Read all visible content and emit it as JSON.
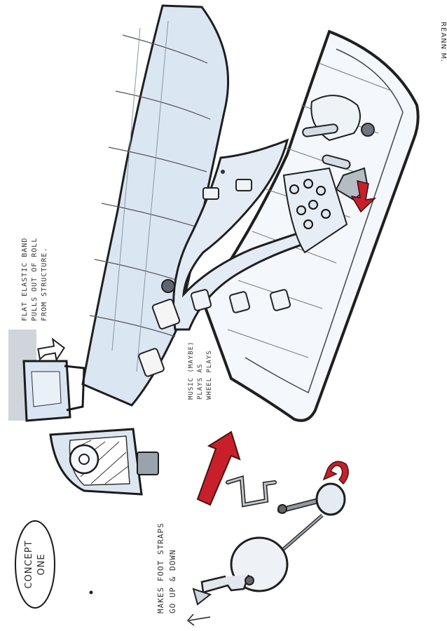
{
  "annotations": {
    "concept_label_line1": "CONCEPT",
    "concept_label_line2": "ONE",
    "elastic_band_line1": "FLAT ELASTIC BAND",
    "elastic_band_line2": "PULLS OUT OF ROLL",
    "elastic_band_line3": "FROM STRUCTURE.",
    "music_line1": "MUSIC (MAYBE)",
    "music_line2": "PLAYS AS",
    "music_line3": "WHEEL PLAYS",
    "foot_straps_line1": "MAKES FOOT STRAPS",
    "foot_straps_line2": "GO UP & DOWN",
    "signature": "REANN M."
  },
  "icons": [
    "spinner-arrow-icon",
    "pull-arrow-icon",
    "red-direction-arrow-icon",
    "rotation-arrow-icon",
    "small-up-arrow-icon"
  ],
  "colors": {
    "ink": "#1e1e1e",
    "marker_blue": "#d7e4f2",
    "marker_grey": "#9aa3ad",
    "accent_red": "#c8202a"
  }
}
